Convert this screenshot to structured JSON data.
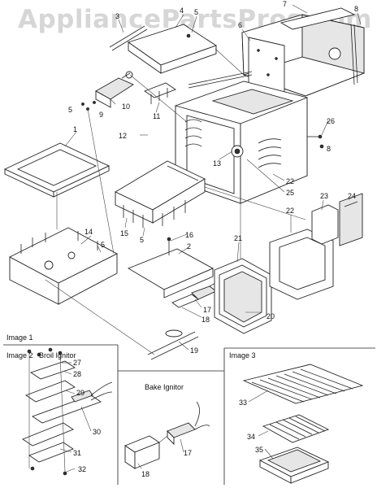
{
  "watermark": "AppliancePartsPros.com",
  "panels": {
    "image1": "Image 1",
    "image2": "Image 2",
    "broil_ignitor": "Broil Ignitor",
    "bake_ignitor": "Bake Ignitor",
    "image3": "Image 3"
  },
  "callouts": {
    "c1": "1",
    "c2": "2",
    "c3": "3",
    "c4": "4",
    "c5a": "5",
    "c5b": "5",
    "c5c": "5",
    "c5d": "5",
    "c6": "6",
    "c7": "7",
    "c8a": "8",
    "c8b": "8",
    "c9": "9",
    "c10": "10",
    "c11": "11",
    "c12": "12",
    "c13": "13",
    "c14": "14",
    "c15": "15",
    "c16": "16",
    "c17a": "17",
    "c18a": "18",
    "c19": "19",
    "c20": "20",
    "c21": "21",
    "c22a": "22",
    "c22b": "22",
    "c23": "23",
    "c24": "24",
    "c25": "25",
    "c26": "26",
    "c27": "27",
    "c28": "28",
    "c29": "29",
    "c30": "30",
    "c31": "31",
    "c32": "32",
    "c33": "33",
    "c34": "34",
    "c35": "35",
    "c17b": "17",
    "c18b": "18"
  }
}
